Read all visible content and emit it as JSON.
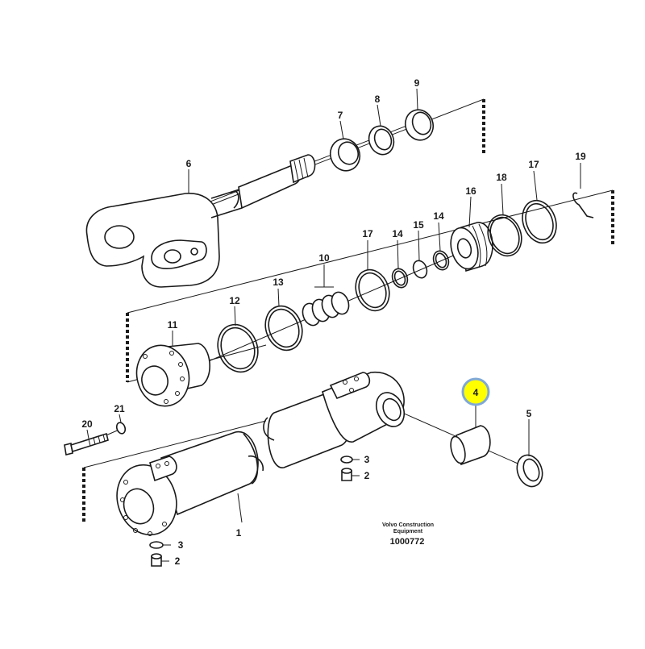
{
  "diagram": {
    "callouts": [
      {
        "id": "1",
        "label": "1"
      },
      {
        "id": "2a",
        "label": "2"
      },
      {
        "id": "2b",
        "label": "2"
      },
      {
        "id": "3a",
        "label": "3"
      },
      {
        "id": "3b",
        "label": "3"
      },
      {
        "id": "4",
        "label": "4",
        "highlighted": true
      },
      {
        "id": "5",
        "label": "5"
      },
      {
        "id": "6",
        "label": "6"
      },
      {
        "id": "7",
        "label": "7"
      },
      {
        "id": "8",
        "label": "8"
      },
      {
        "id": "9",
        "label": "9"
      },
      {
        "id": "10",
        "label": "10"
      },
      {
        "id": "11",
        "label": "11"
      },
      {
        "id": "12",
        "label": "12"
      },
      {
        "id": "13",
        "label": "13"
      },
      {
        "id": "14a",
        "label": "14"
      },
      {
        "id": "14b",
        "label": "14"
      },
      {
        "id": "15",
        "label": "15"
      },
      {
        "id": "16",
        "label": "16"
      },
      {
        "id": "17a",
        "label": "17"
      },
      {
        "id": "17b",
        "label": "17"
      },
      {
        "id": "18",
        "label": "18"
      },
      {
        "id": "19",
        "label": "19"
      },
      {
        "id": "20",
        "label": "20"
      },
      {
        "id": "21",
        "label": "21"
      }
    ],
    "caption_line1": "Volvo Construction",
    "caption_line2": "Equipment",
    "document_number": "1000772",
    "colors": {
      "line": "#1a1a1a",
      "highlight_fill": "#ffff00",
      "highlight_ring": "#7fa8d8",
      "background": "#ffffff"
    }
  }
}
